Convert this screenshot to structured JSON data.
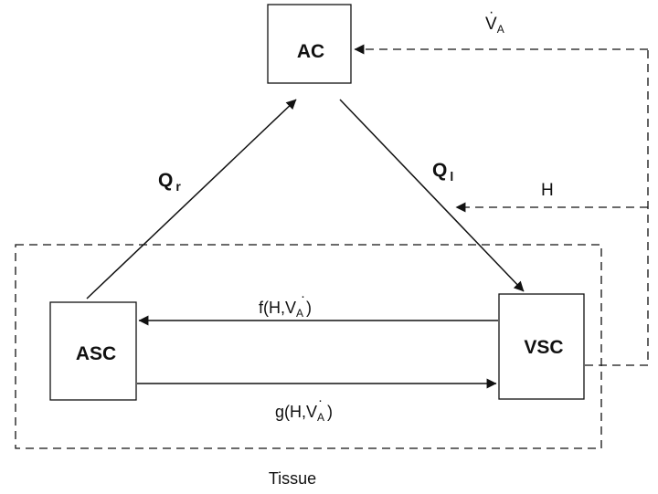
{
  "nodes": {
    "ac": {
      "label": "AC"
    },
    "asc": {
      "label": "ASC"
    },
    "vsc": {
      "label": "VSC"
    }
  },
  "region": {
    "label": "Tissue"
  },
  "flows": {
    "q_r": {
      "symbol": "Q",
      "subscript": "r"
    },
    "q_l": {
      "symbol": "Q",
      "subscript": "l"
    },
    "f": {
      "func": "f(H,",
      "var": "V",
      "var_dot": "·",
      "var_sub": "A",
      "close": ")"
    },
    "g": {
      "func": "g(H,",
      "var": "V",
      "var_dot": "·",
      "var_sub": "A",
      "close": ")"
    }
  },
  "inputs": {
    "va": {
      "var": "V",
      "var_dot": "·",
      "var_sub": "A"
    },
    "h": {
      "label": "H"
    }
  },
  "colors": {
    "line": "#111111",
    "background": "#ffffff"
  }
}
